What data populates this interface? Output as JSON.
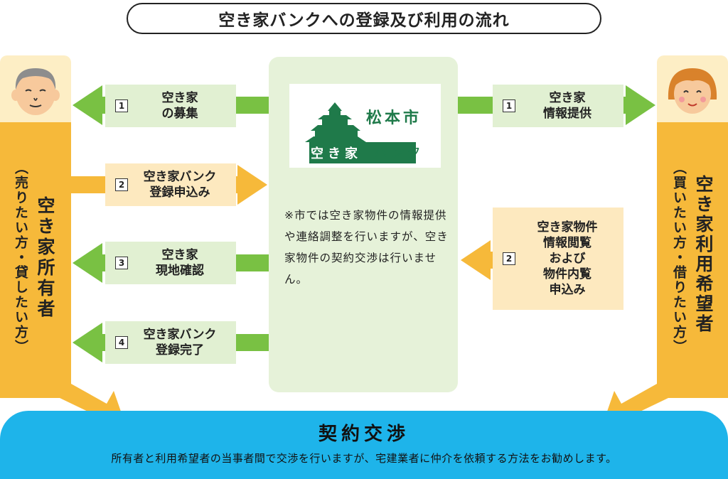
{
  "title": "空き家バンクへの登録及び利用の流れ",
  "owner": {
    "title": "空き家所有者",
    "subtitle": "（売りたい方・貸したい方）"
  },
  "user": {
    "title": "空き家利用希望者",
    "subtitle": "（買いたい方・借りたい方）"
  },
  "logo": {
    "city": "松本市",
    "bank_chars": [
      "空",
      "き",
      "家"
    ],
    "bank_suffix": "バンク"
  },
  "left_steps": [
    {
      "num": "1",
      "line1": "空き家",
      "line2": "の募集",
      "direction": "left",
      "color": "#79c143"
    },
    {
      "num": "2",
      "line1": "空き家バンク",
      "line2": "登録申込み",
      "direction": "right",
      "color": "#f6b93a"
    },
    {
      "num": "3",
      "line1": "空き家",
      "line2": "現地確認",
      "direction": "left",
      "color": "#79c143"
    },
    {
      "num": "4",
      "line1": "空き家バンク",
      "line2": "登録完了",
      "direction": "left",
      "color": "#79c143"
    }
  ],
  "right_steps": [
    {
      "num": "1",
      "lines": [
        "空き家",
        "情報提供"
      ],
      "direction": "right",
      "color": "#79c143"
    },
    {
      "num": "2",
      "lines": [
        "空き家物件",
        "情報閲覧",
        "および",
        "物件内覧",
        "申込み"
      ],
      "direction": "left",
      "color": "#f6b93a"
    }
  ],
  "note": "※市では空き家物件の情報提供や連絡調整を行いますが、空き家物件の契約交渉は行いません。",
  "bottom": {
    "title": "契約交渉",
    "text": "所有者と利用希望者の当事者間で交渉を行いますが、宅建業者に仲介を依頼する方法をお勧めします。"
  },
  "colors": {
    "green": "#79c143",
    "yellow": "#f6b93a",
    "blue": "#1eb4ea",
    "logo_green": "#1f7a4a"
  }
}
